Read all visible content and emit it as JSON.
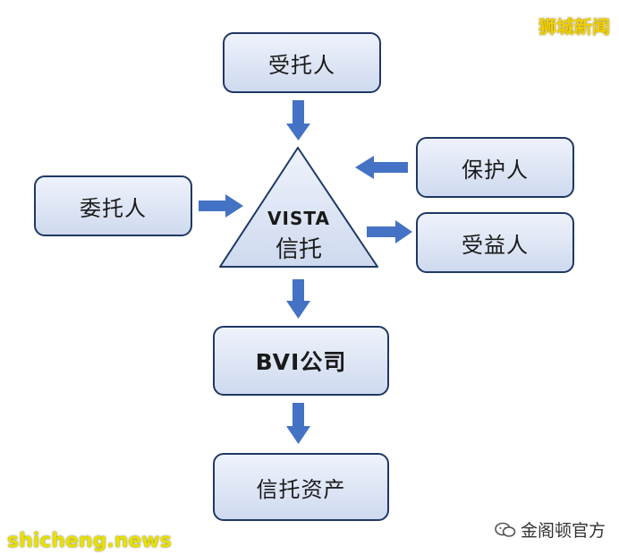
{
  "nodes": {
    "trustee": "受托人",
    "settlor": "委托人",
    "protector": "保护人",
    "beneficiary": "受益人",
    "trust_line1": "VISTA",
    "trust_line2": "信托",
    "bvi_company": "BVI公司",
    "trust_assets": "信托资产"
  },
  "watermarks": {
    "top_right": "狮城新闻",
    "bottom_left": "shicheng.news",
    "bottom_right": "金阁顿官方"
  },
  "colors": {
    "arrow": "#4472c4",
    "node_border": "#1f3864",
    "node_fill": "#dbe3f4"
  }
}
